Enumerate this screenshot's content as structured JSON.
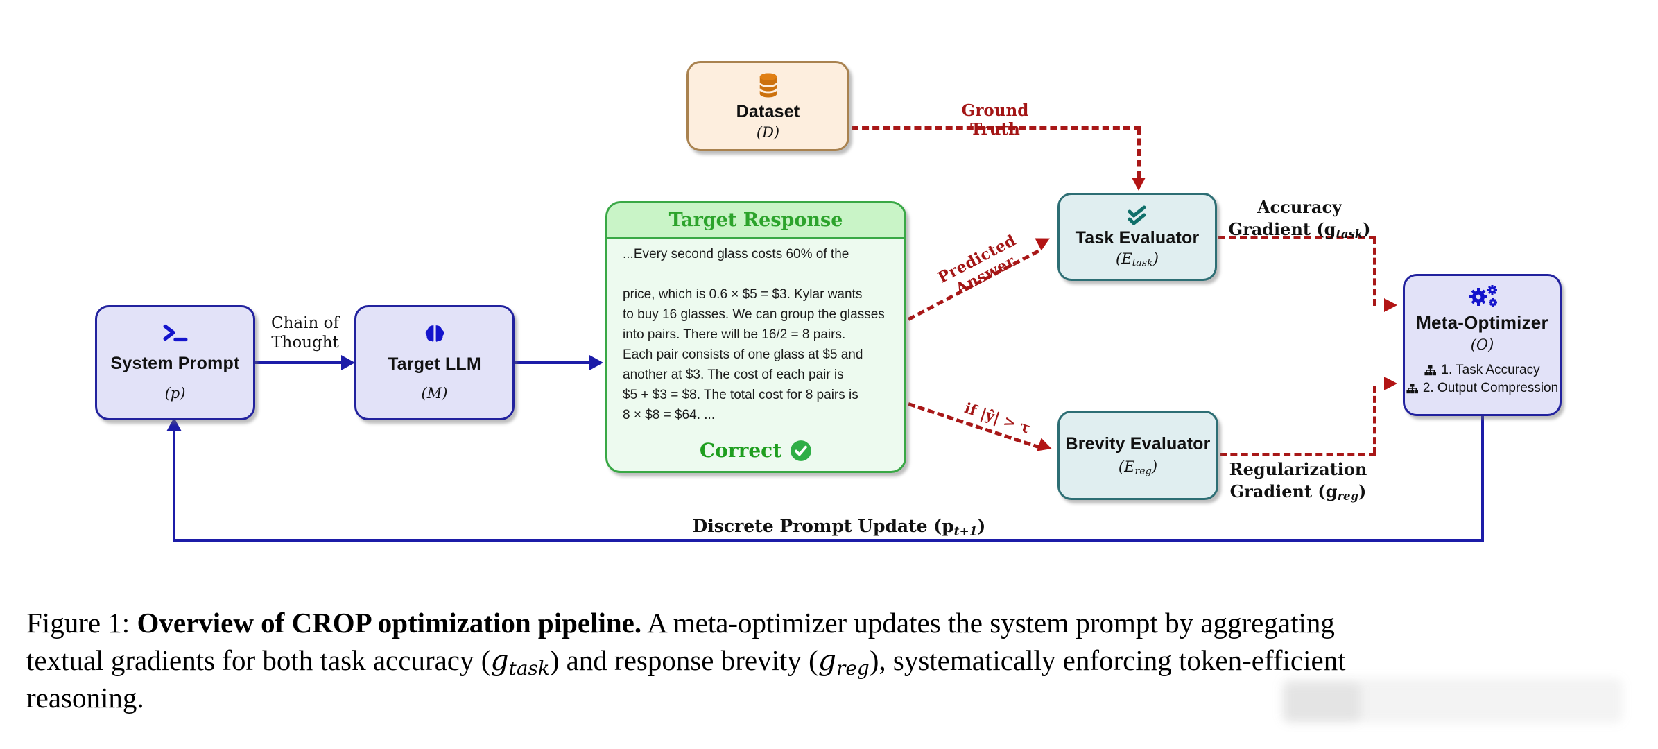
{
  "figure": {
    "nodes": {
      "system_prompt": {
        "title": "System Prompt",
        "sym_pre": "(",
        "sym_main": "p",
        "sym_post": ")",
        "icon": "terminal-icon"
      },
      "target_llm": {
        "title": "Target LLM",
        "sym_pre": "(",
        "sym_main": "M",
        "sym_post": ")",
        "icon": "brain-icon"
      },
      "dataset": {
        "title": "Dataset",
        "sym_pre": "(",
        "sym_main": "D",
        "sym_post": ")",
        "icon": "database-icon"
      },
      "task_evaluator": {
        "title": "Task Evaluator",
        "sym_pre": "(",
        "sym_main": "E",
        "sym_sub": "task",
        "sym_post": ")",
        "icon": "double-check-icon"
      },
      "brevity_evaluator": {
        "title": "Brevity Evaluator",
        "sym_pre": "(",
        "sym_main": "E",
        "sym_sub": "reg",
        "sym_post": ")"
      },
      "meta_optimizer": {
        "title": "Meta-Optimizer",
        "sym_pre": "(",
        "sym_main": "O",
        "sym_post": ")",
        "icon": "gears-icon",
        "items": [
          {
            "label": "1. Task Accuracy"
          },
          {
            "label": "2. Output Compression"
          }
        ]
      },
      "target_response": {
        "title": "Target Response",
        "body_lines": [
          "...Every second glass costs 60% of the",
          "",
          "price, which is 0.6 × $5 = $3.  Kylar wants",
          "to buy 16 glasses.  We can group the glasses",
          "into pairs.  There will be 16/2 = 8 pairs.",
          "Each pair consists of one glass at $5 and",
          "another at $3.  The cost of each pair is",
          "$5 + $3 = $8.  The total cost for 8 pairs is",
          "8 × $8 = $64.  ..."
        ],
        "verdict": "Correct"
      }
    },
    "edges": {
      "chain_of_thought_1": "Chain of",
      "chain_of_thought_2": "Thought",
      "ground_truth": "Ground Truth",
      "predicted_answer": "Predicted Answer",
      "brevity_condition": "if |ŷ| > τ",
      "accuracy_1": "Accuracy",
      "accuracy_2": "Gradient (g",
      "accuracy_sub": "task",
      "accuracy_close": ")",
      "regularization_1": "Regularization",
      "regularization_2": "Gradient (g",
      "regularization_sub": "reg",
      "regularization_close": ")",
      "prompt_update_pre": "Discrete Prompt Update (p",
      "prompt_update_sub": "t+1",
      "prompt_update_close": ")"
    },
    "colors": {
      "navy": "#22229e",
      "blue_icon": "#1414cc",
      "lavender": "#e2e2f8",
      "teal_border": "#2d6e74",
      "teal_fill": "#e0eef0",
      "teal_icon": "#0f6f6a",
      "cream_fill": "#fdeede",
      "cream_border": "#a9824f",
      "orange_icon": "#cc710d",
      "green_border": "#39a845",
      "green_header": "#c9f4c7",
      "green_body": "#edfaef",
      "green_text": "#2ca32c",
      "red_dashed": "#a81717",
      "black_text": "#111111"
    }
  },
  "caption": {
    "line1_normal": "Figure 1: ",
    "line1_bold": "Overview of CROP optimization pipeline.",
    "line1_rest": " A meta-optimizer updates the system prompt by aggregating",
    "line2_a": "textual gradients for both task accuracy (",
    "line2_m1": "g",
    "line2_s1": "task",
    "line2_b": ") and response brevity (",
    "line2_m2": "g",
    "line2_s2": "reg",
    "line2_c": "), systematically enforcing token-efficient",
    "line3": "reasoning."
  }
}
